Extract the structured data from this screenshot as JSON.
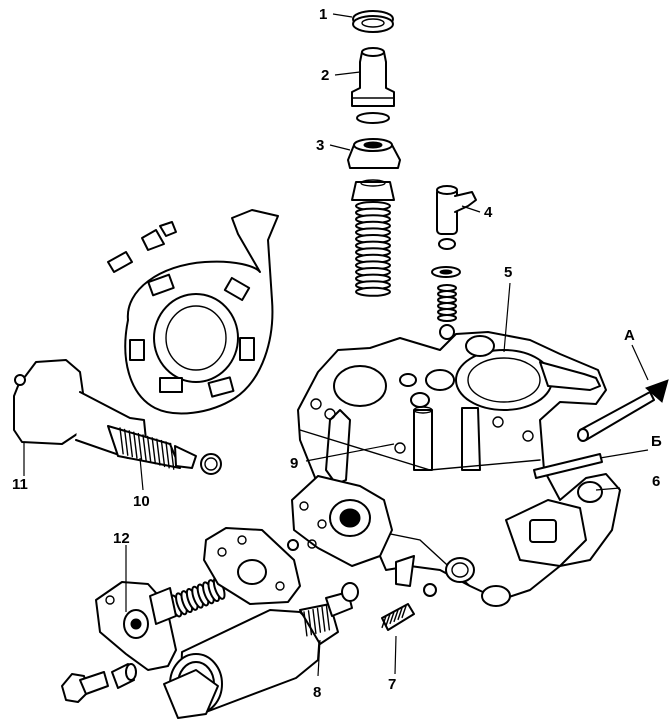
{
  "callouts": {
    "c1": "1",
    "c2": "2",
    "c3": "3",
    "c4": "4",
    "c5": "5",
    "c6": "6",
    "c7": "7",
    "c8": "8",
    "c9": "9",
    "c10": "10",
    "c11": "11",
    "c12": "12",
    "cA": "А",
    "cB": "Б"
  },
  "colors": {
    "ink": "#000000",
    "paper": "#ffffff"
  }
}
